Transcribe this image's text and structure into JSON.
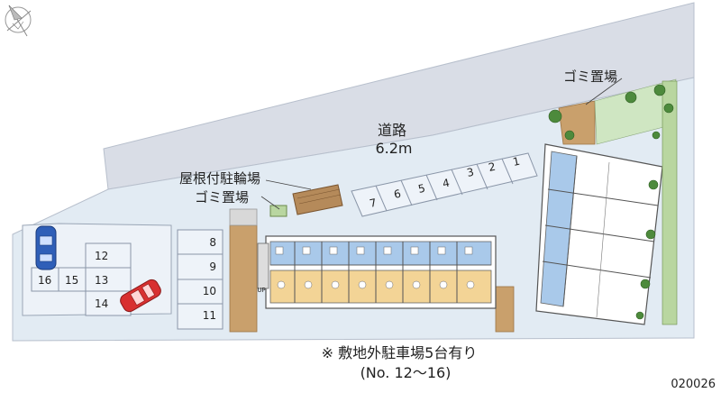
{
  "road": {
    "name": "道路",
    "width": "6.2m"
  },
  "labels": {
    "garbage_top": "ゴミ置場",
    "bicycle_parking": "屋根付駐輪場",
    "garbage_mid": "ゴミ置場",
    "up_mark": "UP"
  },
  "parking_diag": [
    "1",
    "2",
    "3",
    "4",
    "5",
    "6",
    "7"
  ],
  "parking_right_col": [
    "8",
    "9",
    "10",
    "11"
  ],
  "parking_offsite": [
    "12",
    "13",
    "14",
    "15",
    "16"
  ],
  "note": {
    "line1": "※ 敷地外駐車場5台有り",
    "line2": "(No. 12〜16)"
  },
  "code": "020026",
  "colors": {
    "ground": "#e2ebf3",
    "road": "#d9dde6",
    "unit_blue": "#a9c9ea",
    "unit_orange": "#f3d496",
    "brick": "#c9a06c",
    "tree": "#4d8a3c",
    "car_blue": "#2f5fb8",
    "car_red": "#d83030"
  }
}
